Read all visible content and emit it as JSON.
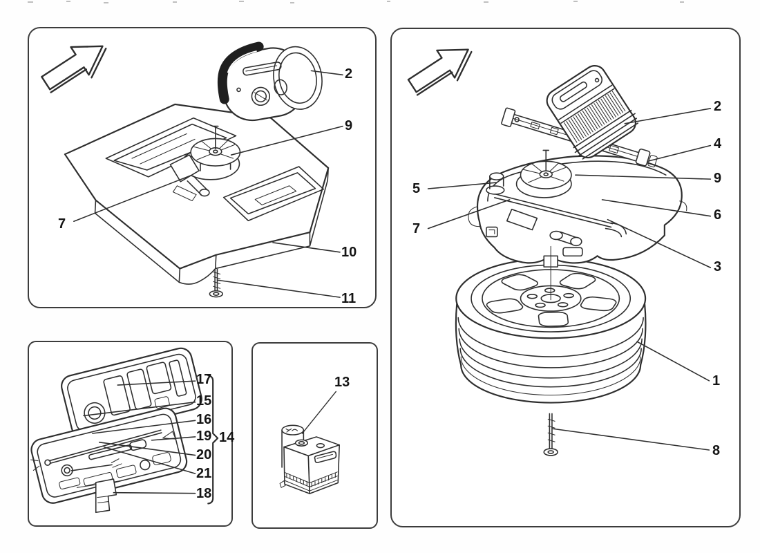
{
  "colors": {
    "line": "#2e2e2e",
    "panel_border": "#3c3c3c",
    "label": "#141414",
    "background": "#ffffff"
  },
  "icons": {
    "direction_arrow": "block-arrow-north-east"
  },
  "panels": {
    "jack_stowage": {
      "name": "jack stowage tray with compressor",
      "callouts": {
        "c2": "2",
        "c9": "9",
        "c7": "7",
        "c10": "10",
        "c11": "11"
      }
    },
    "tool_kit": {
      "name": "tool kit case",
      "callouts": {
        "c17": "17",
        "c15": "15",
        "c16": "16",
        "c19": "19",
        "c14": "14",
        "c20": "20",
        "c21": "21",
        "c18": "18"
      }
    },
    "sealant_bottle": {
      "name": "tyre sealant bottle",
      "callouts": {
        "c13": "13"
      }
    },
    "spare_wheel": {
      "name": "spare wheel with tool tub and compressor",
      "callouts": {
        "c2": "2",
        "c4": "4",
        "c9": "9",
        "c5": "5",
        "c6": "6",
        "c7": "7",
        "c3": "3",
        "c1": "1",
        "c8": "8"
      }
    }
  }
}
